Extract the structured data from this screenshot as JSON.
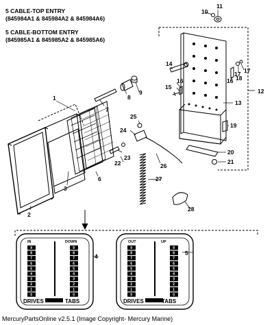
{
  "header": {
    "line1": "5 CABLE-TOP ENTRY",
    "line2": "(845984A1 & 845984A2 & 845984A6)",
    "line3": "5 CABLE-BOTTOM ENTRY",
    "line4": "(845985A1 & 845985A2 & 845985A6)"
  },
  "callouts": [
    "1",
    "2",
    "3",
    "4",
    "5",
    "6",
    "7",
    "8",
    "9",
    "10",
    "11",
    "12",
    "13",
    "14",
    "15",
    "16",
    "17",
    "18",
    "19",
    "20",
    "21",
    "22",
    "23",
    "24",
    "25",
    "26",
    "27",
    "28"
  ],
  "panel_left": {
    "top_left": "IN",
    "top_right": "DOWN",
    "bottom_left": "DRIVES",
    "bottom_right": "TABS",
    "numbers": [
      "9",
      "8",
      "7",
      "6",
      "5",
      "4",
      "3",
      "2",
      "1",
      "0"
    ]
  },
  "panel_right": {
    "top_left": "OUT",
    "top_right": "UP",
    "bottom_left": "DRIVES",
    "bottom_right": "TABS",
    "numbers": [
      "9",
      "8",
      "7",
      "6",
      "5",
      "4",
      "3",
      "2",
      "1",
      "0"
    ]
  },
  "footer": "MercuryPartsOnline v2.5.1 (Image Copyright- Mercury Marine)"
}
